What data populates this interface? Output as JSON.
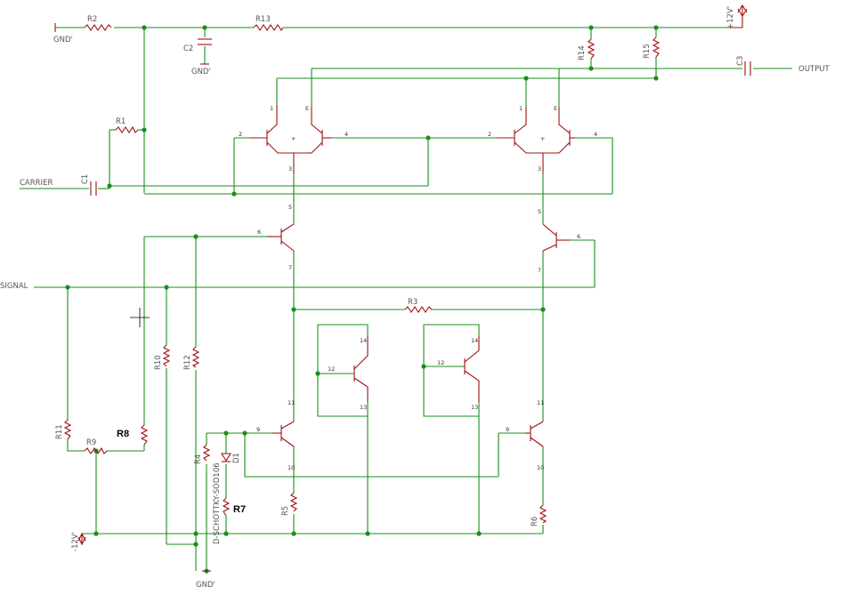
{
  "labels": {
    "gnd": "GND'",
    "vcc": "+12V'",
    "vee": "-12V'",
    "carrier": "CARRIER",
    "signal": "SIGNAL",
    "output": "OUTPUT",
    "r1": "R1",
    "r2": "R2",
    "r3": "R3",
    "r4": "R4",
    "r5": "R5",
    "r6": "R6",
    "r7": "R7",
    "r8": "R8",
    "r9": "R9",
    "r10": "R10",
    "r11": "R11",
    "r12": "R12",
    "r13": "R13",
    "r14": "R14",
    "r15": "R15",
    "c1": "C1",
    "c2": "C2",
    "c3": "C3",
    "d1": "D1",
    "diode_part": "D-SCHOTTKY-SOD106"
  },
  "pins": {
    "p1": "1",
    "p2": "2",
    "p3": "3",
    "p4": "4",
    "p5": "5",
    "p6": "6",
    "p7": "7",
    "p9": "9",
    "p10": "10",
    "p11": "11",
    "p12": "12",
    "p13": "13",
    "p14": "14",
    "e": "E"
  },
  "colors": {
    "wire": "#1a8f1a",
    "component": "#a01010",
    "background": "#ffffff"
  }
}
